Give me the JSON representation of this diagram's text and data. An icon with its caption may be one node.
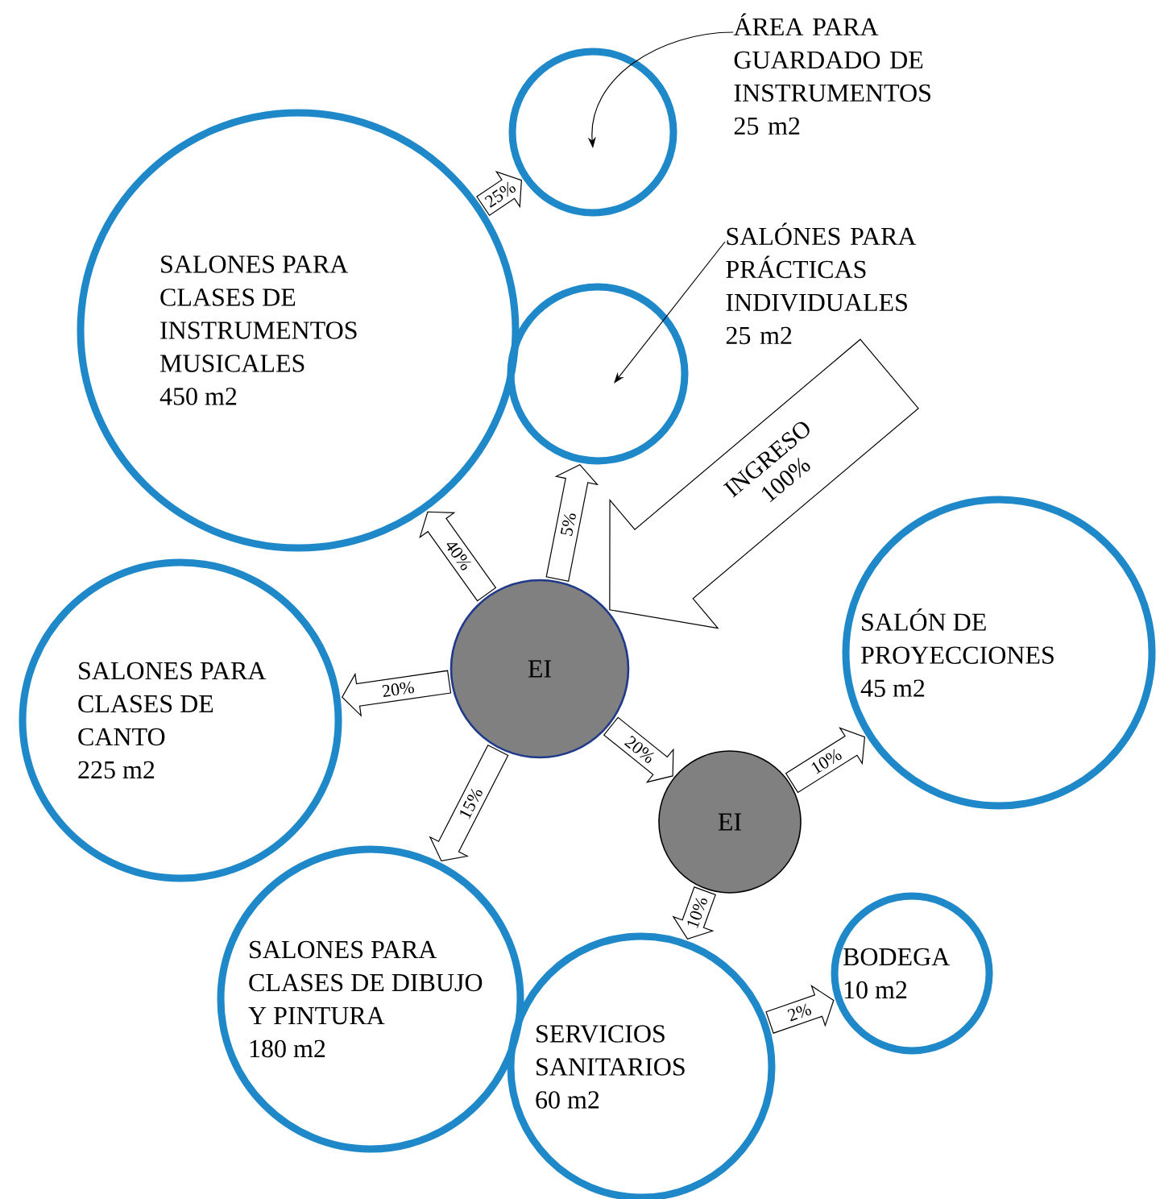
{
  "diagram": {
    "nodes": [
      {
        "text": [
          "SALONES PARA CLASES DE INSTRUMENTOS MUSICALES",
          "450 m2"
        ]
      },
      {
        "text": [],
        "shape": "circle"
      },
      {
        "text": [
          "ÁREA PARA GUARDADO DE INSTRUMENTOS",
          "25 m2"
        ]
      },
      {
        "text": [],
        "shape": "circle"
      },
      {
        "text": [
          "SALÓNES PARA PRÁCTICAS INDIVIDUALES",
          "25 m2"
        ]
      },
      {
        "text": [
          "EI"
        ]
      },
      {
        "text": [
          "SALONES PARA CLASES DE CANTO",
          "225 m2"
        ]
      },
      {
        "text": [
          "SALÓN DE PROYECCIONES",
          "45 m2"
        ]
      },
      {
        "text": [
          "EI"
        ]
      },
      {
        "text": [
          "SALONES PARA CLASES DE DIBUJO Y PINTURA",
          "180 m2"
        ]
      },
      {
        "text": [
          "BODEGA",
          "10 m2"
        ]
      },
      {
        "text": [
          "SERVICIOS SANITARIOS",
          "60 m2"
        ]
      }
    ],
    "edges": [
      {
        "from": 0,
        "to": 1,
        "arrow": "to",
        "label": "25%"
      },
      {
        "from": 2,
        "to": 1,
        "arrow": "to"
      },
      {
        "from": 4,
        "to": 3,
        "arrow": "to"
      },
      {
        "from": 5,
        "to": 0,
        "arrow": "to",
        "label": "40%"
      },
      {
        "from": 5,
        "to": 3,
        "arrow": "to",
        "label": "5%"
      },
      {
        "from": null,
        "to": 5,
        "arrow": "to",
        "label": "INGRESO 100%"
      },
      {
        "from": 5,
        "to": 6,
        "arrow": "to",
        "label": "20%"
      },
      {
        "from": 5,
        "to": 9,
        "arrow": "to",
        "label": "15%"
      },
      {
        "from": 5,
        "to": 8,
        "arrow": "to",
        "label": "20%"
      },
      {
        "from": 8,
        "to": 7,
        "arrow": "to",
        "label": "10%"
      },
      {
        "from": 8,
        "to": 11,
        "arrow": "to",
        "label": "10%"
      },
      {
        "from": 11,
        "to": 10,
        "arrow": "to",
        "label": "2%"
      }
    ]
  }
}
